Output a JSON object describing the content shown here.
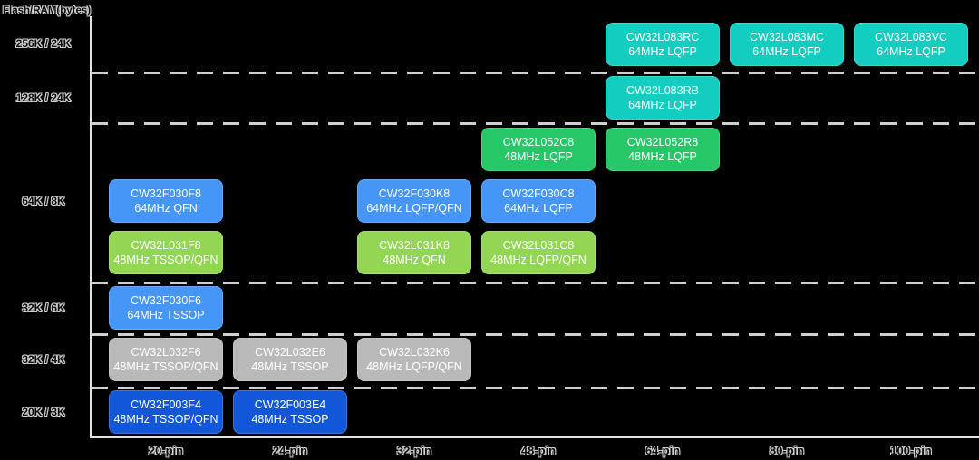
{
  "chart_data": {
    "type": "scatter",
    "title": "Flash/RAM(bytes)",
    "x_categories": [
      "20-pin",
      "24-pin",
      "32-pin",
      "48-pin",
      "64-pin",
      "80-pin",
      "100-pin"
    ],
    "y_categories": [
      "256K / 24K",
      "128K / 24K",
      "64K / 8K",
      "32K / 6K",
      "32K / 4K",
      "20K / 3K"
    ],
    "grid": "dashed horizontal separators between flash/ram tiers",
    "series_colors": {
      "L083": "#13cec0",
      "L052": "#26c767",
      "F030": "#4596f6",
      "L031": "#92d653",
      "L032": "#b9b9b9",
      "F003": "#1157d7"
    },
    "points": [
      {
        "part": "CW32L083RC",
        "spec": "64MHz LQFP",
        "pin": "64-pin",
        "flash_ram": "256K / 24K",
        "family": "L083"
      },
      {
        "part": "CW32L083MC",
        "spec": "64MHz LQFP",
        "pin": "80-pin",
        "flash_ram": "256K / 24K",
        "family": "L083"
      },
      {
        "part": "CW32L083VC",
        "spec": "64MHz LQFP",
        "pin": "100-pin",
        "flash_ram": "256K / 24K",
        "family": "L083"
      },
      {
        "part": "CW32L083RB",
        "spec": "64MHz LQFP",
        "pin": "64-pin",
        "flash_ram": "128K / 24K",
        "family": "L083"
      },
      {
        "part": "CW32L052C8",
        "spec": "48MHz LQFP",
        "pin": "48-pin",
        "flash_ram": "64K / 8K",
        "family": "L052"
      },
      {
        "part": "CW32L052R8",
        "spec": "48MHz LQFP",
        "pin": "64-pin",
        "flash_ram": "64K / 8K",
        "family": "L052"
      },
      {
        "part": "CW32F030F8",
        "spec": "64MHz QFN",
        "pin": "20-pin",
        "flash_ram": "64K / 8K",
        "family": "F030"
      },
      {
        "part": "CW32F030K8",
        "spec": "64MHz LQFP/QFN",
        "pin": "32-pin",
        "flash_ram": "64K / 8K",
        "family": "F030"
      },
      {
        "part": "CW32F030C8",
        "spec": "64MHz LQFP",
        "pin": "48-pin",
        "flash_ram": "64K / 8K",
        "family": "F030"
      },
      {
        "part": "CW32L031F8",
        "spec": "48MHz TSSOP/QFN",
        "pin": "20-pin",
        "flash_ram": "64K / 8K",
        "family": "L031"
      },
      {
        "part": "CW32L031K8",
        "spec": "48MHz QFN",
        "pin": "32-pin",
        "flash_ram": "64K / 8K",
        "family": "L031"
      },
      {
        "part": "CW32L031C8",
        "spec": "48MHz LQFP/QFN",
        "pin": "48-pin",
        "flash_ram": "64K / 8K",
        "family": "L031"
      },
      {
        "part": "CW32F030F6",
        "spec": "64MHz TSSOP",
        "pin": "20-pin",
        "flash_ram": "32K / 6K",
        "family": "F030"
      },
      {
        "part": "CW32L032F6",
        "spec": "48MHz TSSOP/QFN",
        "pin": "20-pin",
        "flash_ram": "32K / 4K",
        "family": "L032"
      },
      {
        "part": "CW32L032E6",
        "spec": "48MHz TSSOP",
        "pin": "24-pin",
        "flash_ram": "32K / 4K",
        "family": "L032"
      },
      {
        "part": "CW32L032K6",
        "spec": "48MHz LQFP/QFN",
        "pin": "32-pin",
        "flash_ram": "32K / 4K",
        "family": "L032"
      },
      {
        "part": "CW32F003F4",
        "spec": "48MHz TSSOP/QFN",
        "pin": "20-pin",
        "flash_ram": "20K / 3K",
        "family": "F003"
      },
      {
        "part": "CW32F003E4",
        "spec": "48MHz TSSOP",
        "pin": "24-pin",
        "flash_ram": "20K / 3K",
        "family": "F003"
      }
    ]
  }
}
